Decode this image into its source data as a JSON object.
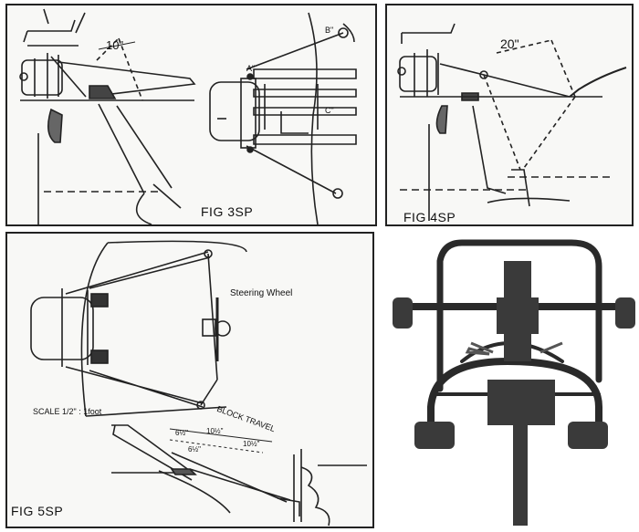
{
  "fig3": {
    "label": "FIG 3SP",
    "angle": "10\"",
    "a_mark": "A\"",
    "b_mark": "B\"",
    "c_mark": "C\""
  },
  "fig4": {
    "label": "FIG 4SP",
    "angle": "20\""
  },
  "fig5": {
    "label": "FIG 5SP",
    "steering": "Steering Wheel",
    "scale": "SCALE 1/2\" : 1foot",
    "block_travel": "BLOCK TRAVEL",
    "dim_a": "10½\"",
    "dim_b": "10½\"",
    "dim_c": "6½\"",
    "dim_d": "6½\""
  },
  "photo": {
    "description_hidden": ""
  }
}
